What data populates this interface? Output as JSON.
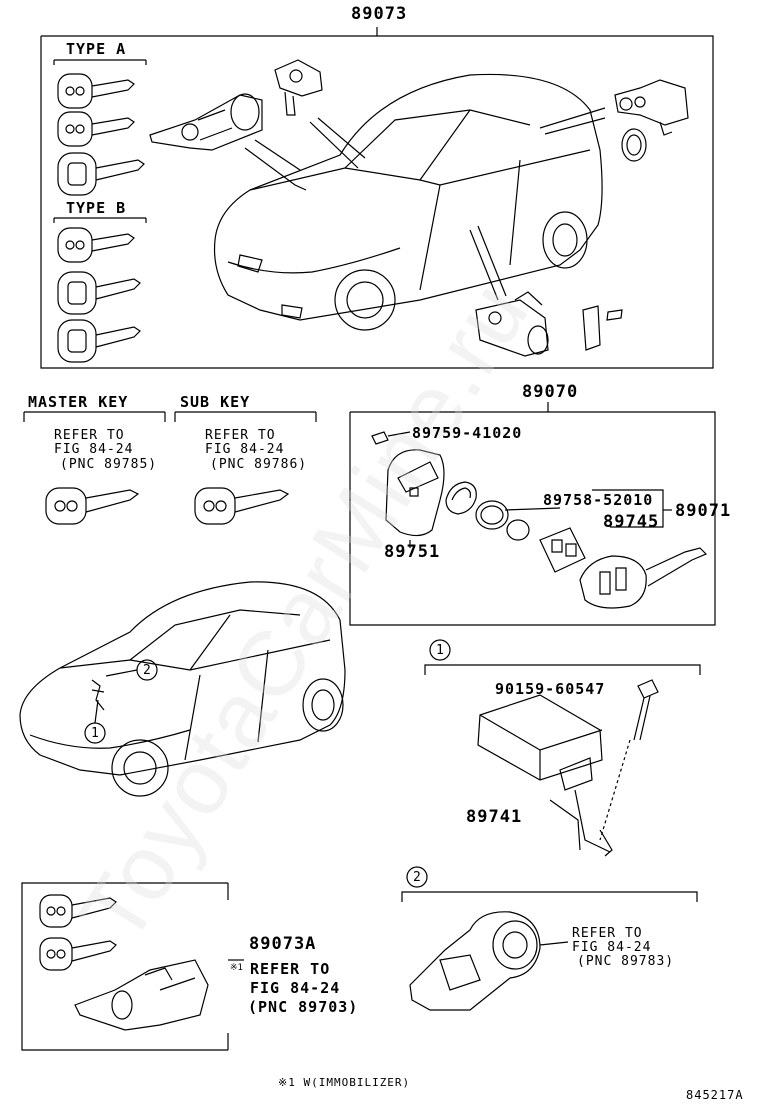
{
  "diagram": {
    "code_top": "89073",
    "type_a": "TYPE A",
    "type_b": "TYPE B",
    "master_key": {
      "title": "MASTER KEY",
      "refer_line1": "REFER TO",
      "refer_line2": "FIG 84-24",
      "refer_line3": "(PNC 89785)"
    },
    "sub_key": {
      "title": "SUB KEY",
      "refer_line1": "REFER TO",
      "refer_line2": "FIG 84-24",
      "refer_line3": "(PNC 89786)"
    },
    "transmitter": {
      "code": "89070",
      "part_screw": "89759-41020",
      "part_gasket": "89758-52010",
      "part_battery": "89745",
      "part_assy": "89071",
      "part_case": "89751"
    },
    "callout_1": "1",
    "callout_2": "2",
    "detail_1": {
      "bolt": "90159-60547",
      "ecu": "89741"
    },
    "detail_2": {
      "refer_line1": "REFER TO",
      "refer_line2": "FIG 84-24",
      "refer_line3": "(PNC 89783)"
    },
    "cylinder_set": {
      "code": "89073A",
      "mark": "※1",
      "refer_line1": "REFER TO",
      "refer_line2": "FIG 84-24",
      "refer_line3": "(PNC 89703)"
    },
    "footnote": "※1 W(IMMOBILIZER)",
    "figure_id": "845217A",
    "watermark": "ToyotaCarMine.ru"
  }
}
